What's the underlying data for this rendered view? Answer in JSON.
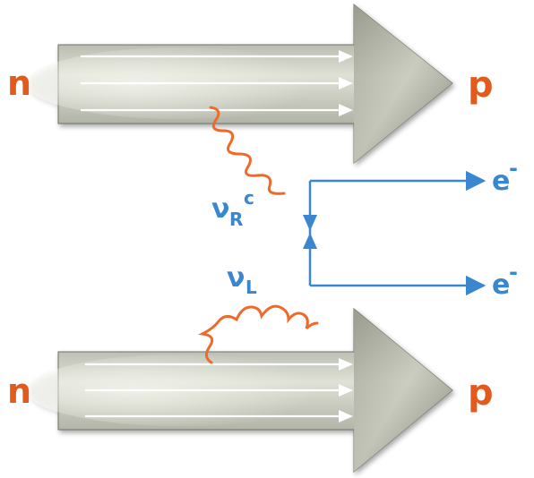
{
  "nucleons": {
    "top": {
      "in_label": "n",
      "out_label": "p"
    },
    "bottom": {
      "in_label": "n",
      "out_label": "p"
    }
  },
  "neutrinos": {
    "upper": {
      "symbol": "ν",
      "subscript": "R",
      "superscript": "c"
    },
    "lower": {
      "symbol": "ν",
      "subscript": "L"
    }
  },
  "electrons": {
    "upper": {
      "symbol": "e",
      "superscript": "-"
    },
    "lower": {
      "symbol": "e",
      "superscript": "-"
    }
  },
  "colors": {
    "nucleon_label": "#e35b1c",
    "w_boson": "#ee6a2a",
    "lepton": "#3a86cf",
    "arrow_body": "#b9bcae"
  }
}
